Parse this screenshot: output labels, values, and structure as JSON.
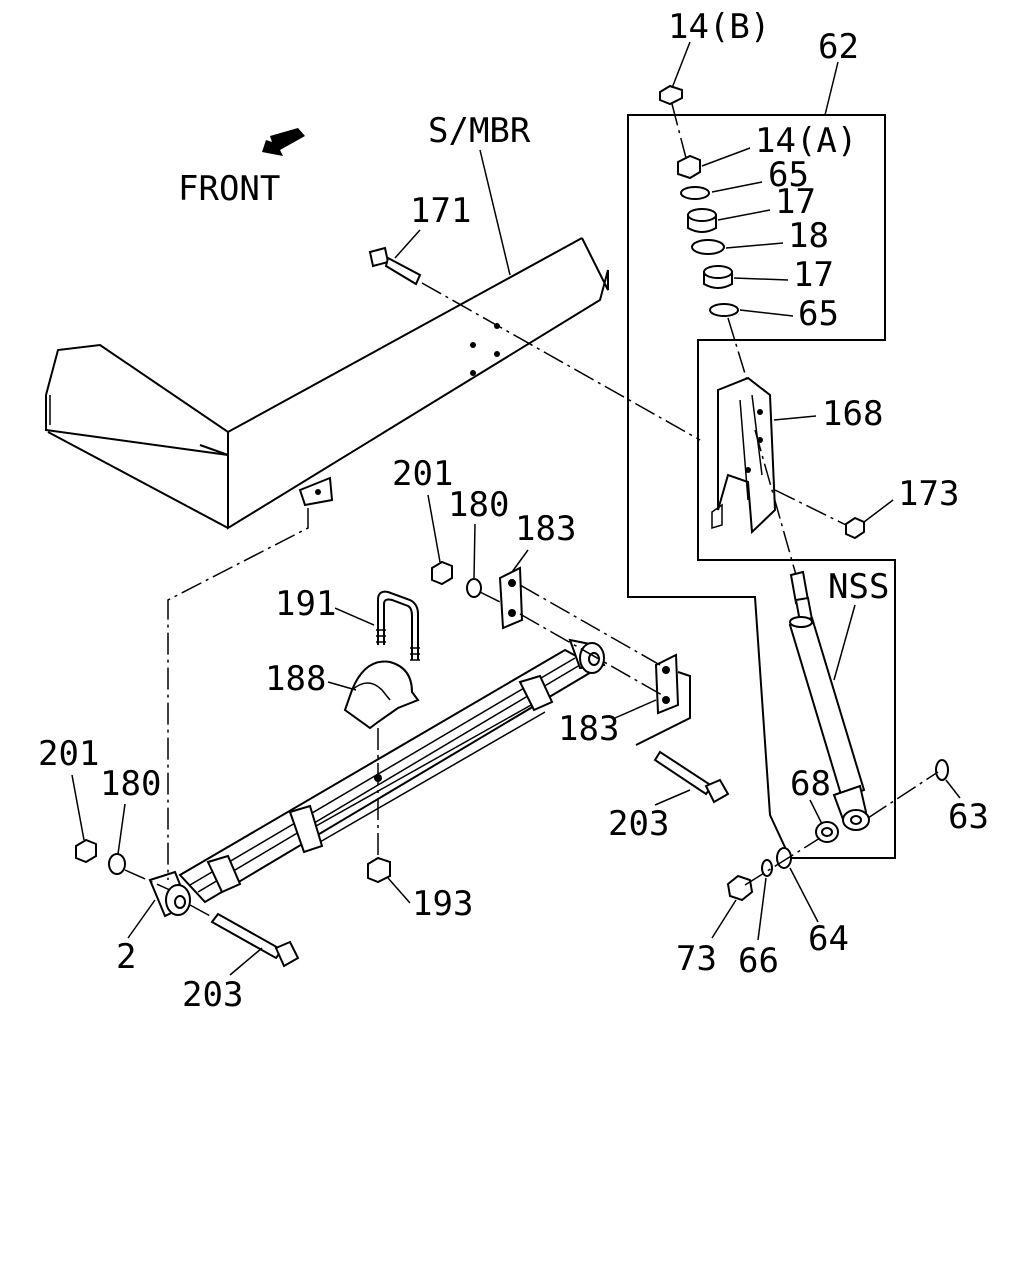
{
  "diagram": {
    "direction_label": "FRONT",
    "frame_label": "S/MBR",
    "shock_label": "NSS",
    "callouts": {
      "c14b": "14(B)",
      "c62": "62",
      "c14a": "14(A)",
      "c65a": "65",
      "c17a": "17",
      "c18": "18",
      "c17b": "17",
      "c65b": "65",
      "c168": "168",
      "c171": "171",
      "c173": "173",
      "c201a": "201",
      "c180a": "180",
      "c183a": "183",
      "c191": "191",
      "c188": "188",
      "c183b": "183",
      "c203a": "203",
      "c68": "68",
      "c63": "63",
      "c201b": "201",
      "c180b": "180",
      "c193": "193",
      "c2": "2",
      "c203b": "203",
      "c73": "73",
      "c66": "66",
      "c64": "64"
    }
  }
}
